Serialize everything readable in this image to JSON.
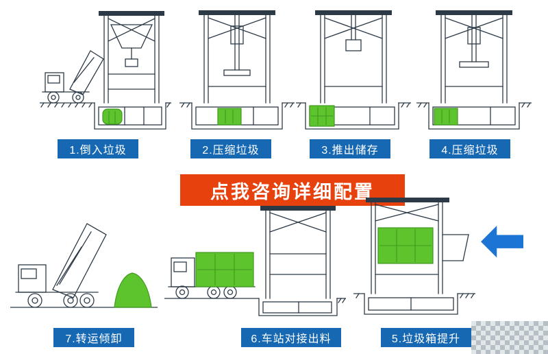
{
  "banner": {
    "label": "点我咨询详细配置"
  },
  "steps": {
    "s1": "1.倒入垃圾",
    "s2": "2.压缩垃圾",
    "s3": "3.推出储存",
    "s4": "4.压缩垃圾",
    "s5": "5.垃圾箱提升",
    "s6": "6.车站对接出料",
    "s7": "7.转运倾卸"
  },
  "icons": {
    "flow_arrow": "◀"
  },
  "colors": {
    "label_background": "#1668b3",
    "label_text": "#ffffff",
    "banner_background": "#e7410e",
    "banner_text": "#ffffff",
    "diagram_line": "#2c3946",
    "garbage_green": "#5dc42d",
    "arrow_blue": "#1c74d4"
  }
}
